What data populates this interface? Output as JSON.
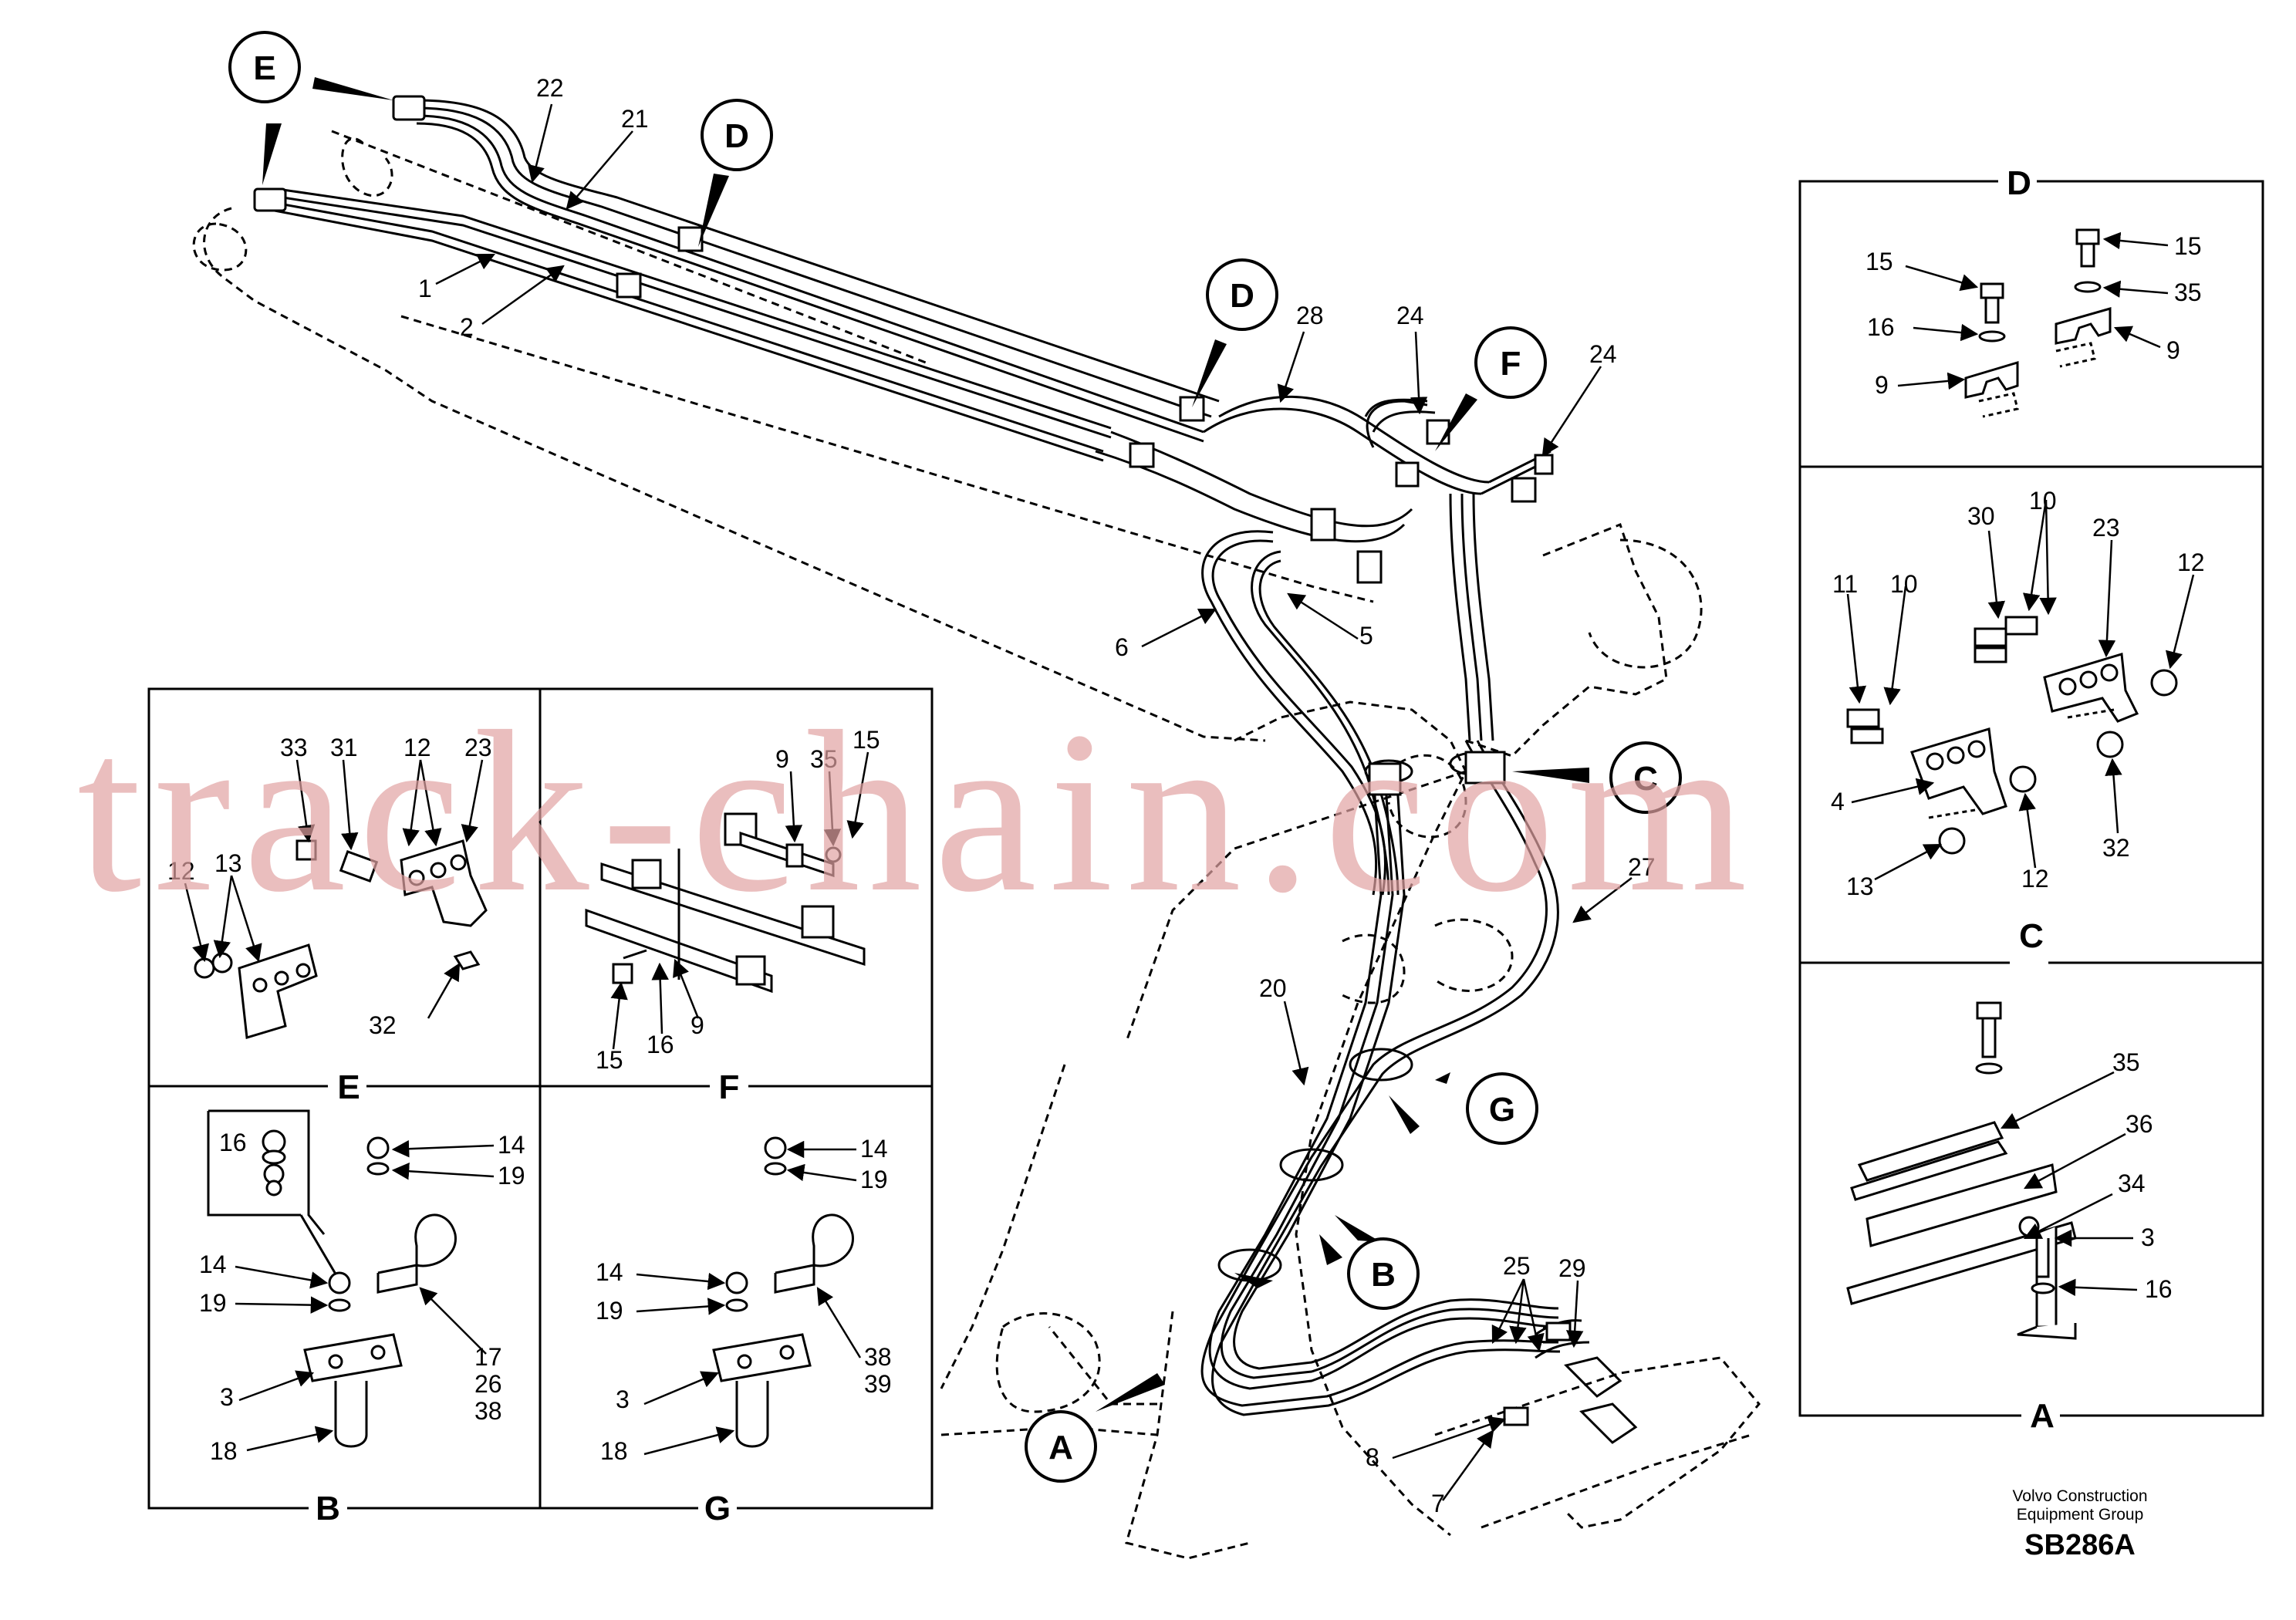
{
  "watermark": "track-chain.com",
  "footer": {
    "company": "Volvo Construction\nEquipment Group",
    "drawing_code": "SB286A"
  },
  "callouts": [
    "E",
    "D",
    "D",
    "F",
    "C",
    "G",
    "B",
    "A"
  ],
  "panels": {
    "D": {
      "title": "D",
      "labels": [
        "15",
        "16",
        "9",
        "15",
        "35",
        "9"
      ]
    },
    "C": {
      "title": "C",
      "labels": [
        "30",
        "10",
        "23",
        "12",
        "11",
        "10",
        "4",
        "12",
        "13",
        "32"
      ]
    },
    "A": {
      "title": "A",
      "labels": [
        "35",
        "36",
        "34",
        "3",
        "16"
      ]
    },
    "E": {
      "title": "E",
      "labels": [
        "33",
        "31",
        "12",
        "23",
        "12",
        "13",
        "32"
      ]
    },
    "F": {
      "title": "F",
      "labels": [
        "9",
        "35",
        "15",
        "15",
        "16",
        "9"
      ]
    },
    "B": {
      "title": "B",
      "labels": [
        "16",
        "14",
        "19",
        "14",
        "19",
        "17",
        "26",
        "38",
        "3",
        "18"
      ]
    },
    "G": {
      "title": "G",
      "labels": [
        "14",
        "19",
        "14",
        "19",
        "38",
        "39",
        "3",
        "18"
      ]
    }
  },
  "main_labels": [
    "22",
    "21",
    "1",
    "2",
    "28",
    "24",
    "24",
    "6",
    "5",
    "27",
    "20",
    "25",
    "29",
    "8",
    "7"
  ]
}
